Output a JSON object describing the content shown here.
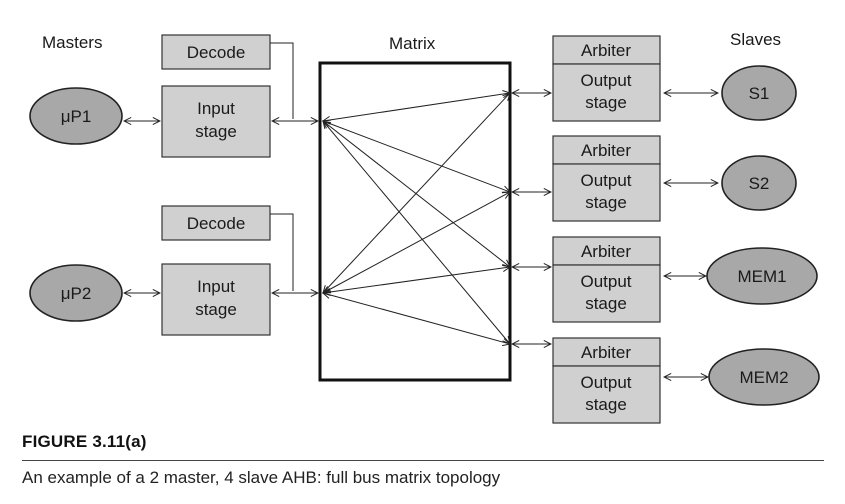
{
  "headers": {
    "masters": "Masters",
    "matrix": "Matrix",
    "slaves": "Slaves"
  },
  "masters": [
    {
      "label": "μP1",
      "decode": "Decode",
      "input_line1": "Input",
      "input_line2": "stage"
    },
    {
      "label": "μP2",
      "decode": "Decode",
      "input_line1": "Input",
      "input_line2": "stage"
    }
  ],
  "slave_ports": [
    {
      "arbiter": "Arbiter",
      "output_line1": "Output",
      "output_line2": "stage",
      "slave": "S1"
    },
    {
      "arbiter": "Arbiter",
      "output_line1": "Output",
      "output_line2": "stage",
      "slave": "S2"
    },
    {
      "arbiter": "Arbiter",
      "output_line1": "Output",
      "output_line2": "stage",
      "slave": "MEM1"
    },
    {
      "arbiter": "Arbiter",
      "output_line1": "Output",
      "output_line2": "stage",
      "slave": "MEM2"
    }
  ],
  "caption": {
    "figure": "FIGURE 3.11(a)",
    "text": "An example of a 2 master, 4 slave AHB: full bus matrix topology"
  }
}
